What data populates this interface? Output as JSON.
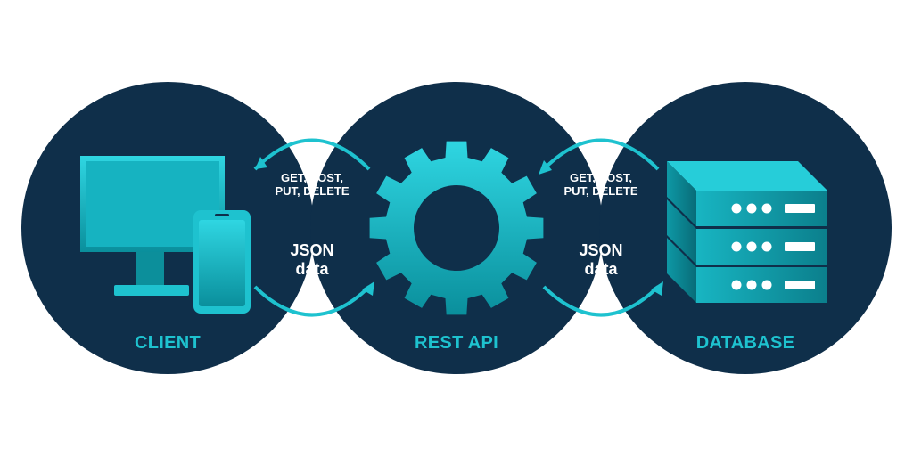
{
  "nodes": {
    "client": {
      "title": "CLIENT"
    },
    "api": {
      "title": "REST API"
    },
    "database": {
      "title": "DATABASE"
    }
  },
  "links": {
    "left": {
      "request": [
        "GET, POST,",
        "PUT, DELETE"
      ],
      "response": [
        "JSON",
        "data"
      ]
    },
    "right": {
      "request": [
        "GET, POST,",
        "PUT, DELETE"
      ],
      "response": [
        "JSON",
        "data"
      ]
    }
  },
  "colors": {
    "circle": "#0f2f4a",
    "accent": "#1ec2cf",
    "text": "#ffffff"
  }
}
